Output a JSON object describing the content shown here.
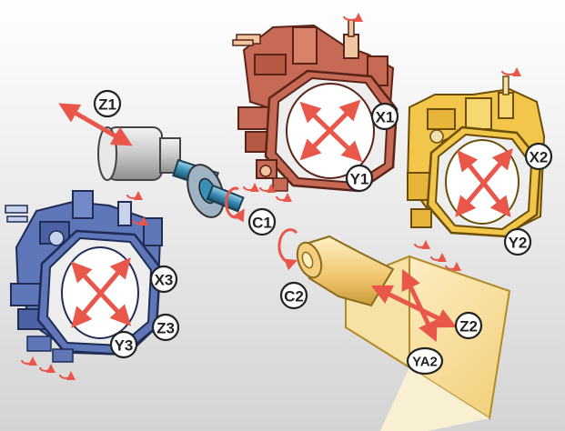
{
  "colors": {
    "background": "#e4e4e4",
    "arrow": "#e8574a",
    "turret_x": "#c76a55",
    "turret_x_dark": "#8a3a2c",
    "turret_y": "#f2c64a",
    "turret_y_dark": "#a9801c",
    "turret_z": "#5f76b8",
    "turret_z_dark": "#2e3f77",
    "face": "#eeeeee",
    "spindle_body": "#cfcfcf",
    "spindle_shaft": "#3a8fb7",
    "sub_spindle": "#f3cf7f",
    "beam": "#f7e7b8"
  },
  "icons": [
    "rotation-arrow-icon",
    "move-arrow-icon"
  ],
  "axis_labels": {
    "z1": "Z1",
    "x1": "X1",
    "y1": "Y1",
    "x2": "X2",
    "y2": "Y2",
    "c1": "C1",
    "c2": "C2",
    "x3": "X3",
    "z3": "Z3",
    "y3": "Y3",
    "z2": "Z2",
    "ya2": "YA2"
  }
}
